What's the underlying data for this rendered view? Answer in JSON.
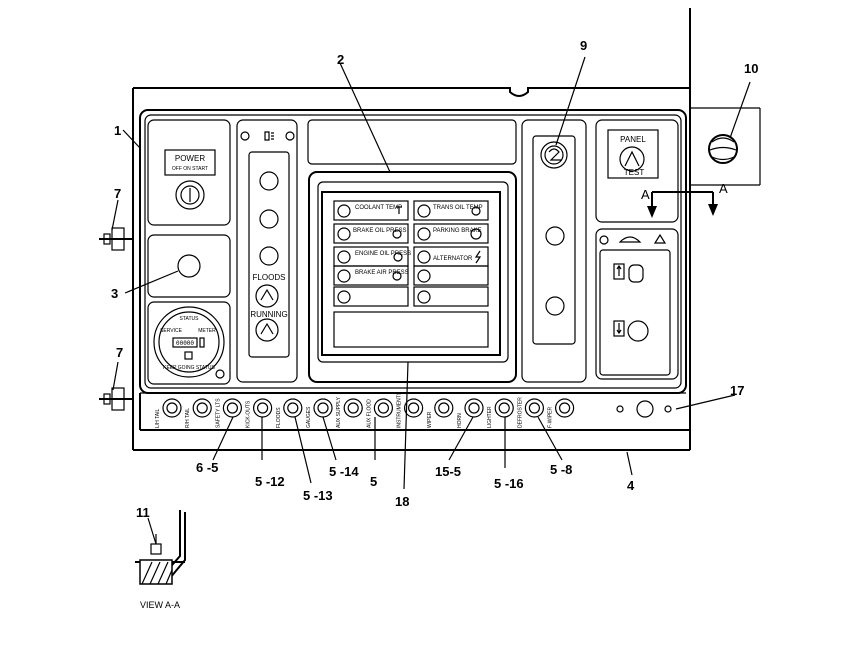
{
  "callouts": {
    "c1": "1",
    "c2": "2",
    "c3": "3",
    "c4": "4",
    "c7a": "7",
    "c7b": "7",
    "c9": "9",
    "c10": "10",
    "c11": "11",
    "c17": "17",
    "c18": "18",
    "b65": "6 -5",
    "b512": "5 -12",
    "b513": "5 -13",
    "b514": "5 -14",
    "b5": "5",
    "b155": "15-5",
    "b516": "5 -16",
    "b58": "5 -8"
  },
  "power_switch": {
    "title": "POWER",
    "sub": "OFF ON START"
  },
  "status_gauge": {
    "top": "STATUS",
    "left": "SERVICE",
    "right": "METER",
    "counter": "00000",
    "bottom": "KEEP GOING STATUS"
  },
  "lights": {
    "floods": "FLOODS",
    "running": "RUNNING"
  },
  "warning_panel": {
    "coolant": "COOLANT TEMP",
    "trans": "TRANS OIL TEMP",
    "brake_oil": "BRAKE OIL PRESS",
    "parking": "PARKING BRAKE",
    "engine_oil": "ENGINE OIL PRESS",
    "alternator": "ALTERNATOR",
    "brake_air": "BRAKE AIR PRESS"
  },
  "panel_test": {
    "line1": "PANEL",
    "line2": "TEST"
  },
  "section": {
    "a_left": "A",
    "a_right": "A",
    "view": "VIEW  A-A"
  },
  "breakers": [
    "L/H TAIL",
    "R/H TAIL",
    "SAFETY LTS",
    "KICK-OUTS",
    "FLOODS",
    "GAUGES",
    "AUX SUPPLY",
    "AUX FLOOD",
    "INSTRUMENTS",
    "WIPER",
    "HORN",
    "LIGHTER",
    "DEFROSTER",
    "F-WIPER"
  ]
}
